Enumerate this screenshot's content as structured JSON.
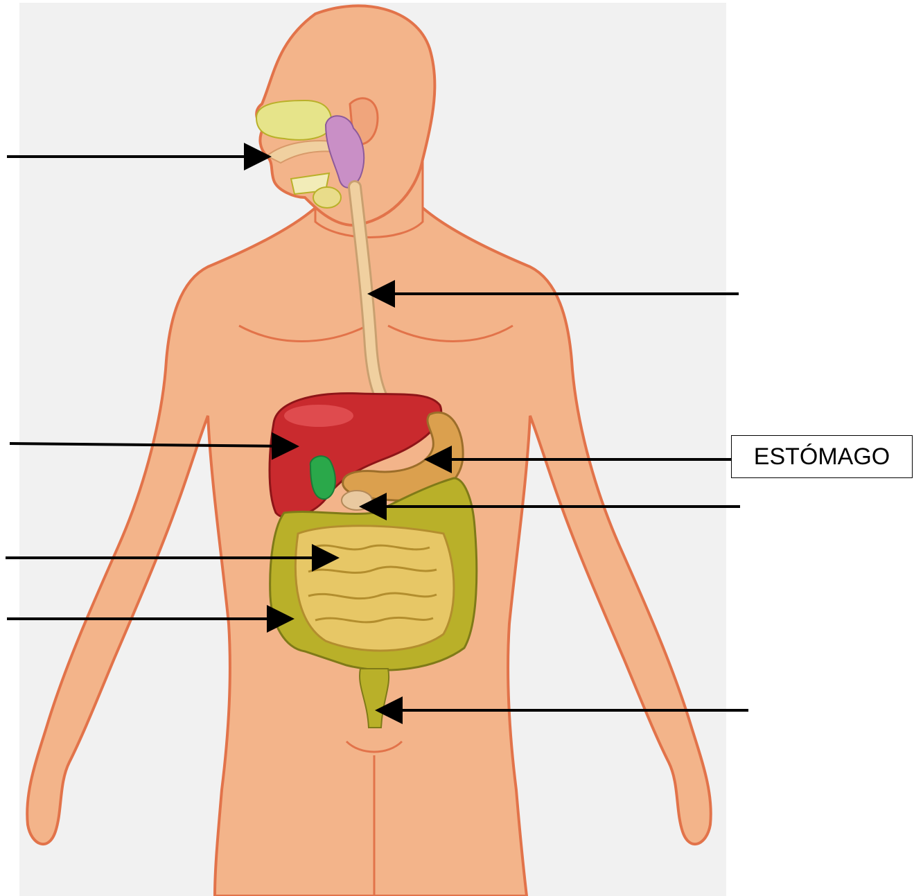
{
  "labels": {
    "stomach": "ESTÓMAGO"
  },
  "colors": {
    "background_panel": "#f1f1f1",
    "skin": "#f3b48a",
    "skin_outline": "#e2734a",
    "liver": "#c92a2e",
    "gallbladder": "#2aa84a",
    "stomach": "#dba04e",
    "pancreas": "#e9c9a0",
    "small_intestine": "#e7c766",
    "large_intestine": "#b9b029",
    "salivary_gland": "#c98fc6",
    "nasal": "#e6e48a",
    "esophagus": "#f0d0a0",
    "arrow": "#000000"
  },
  "pointer_targets": [
    "mouth-pointer",
    "esophagus-pointer",
    "liver-pointer",
    "stomach-pointer",
    "pancreas-pointer",
    "small-intestine-pointer",
    "large-intestine-pointer",
    "rectum-pointer"
  ]
}
